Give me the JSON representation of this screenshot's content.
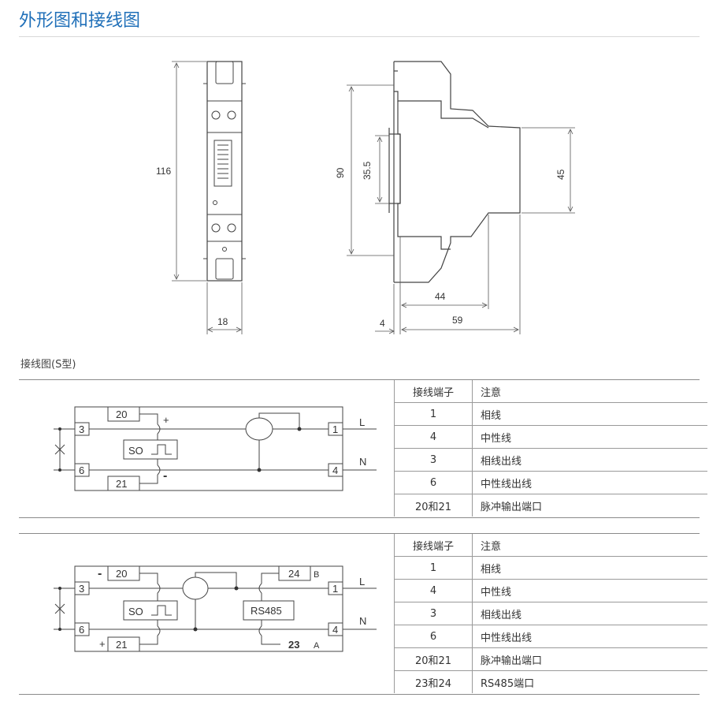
{
  "page": {
    "title": "外形图和接线图",
    "wiring_heading": "接线图(S型)"
  },
  "dimensions": {
    "front_height": "116",
    "front_width": "18",
    "side_height": "90",
    "rail_height": "35.5",
    "body_height": "45",
    "depth_44": "44",
    "depth_59": "59",
    "offset_4": "4"
  },
  "diagram1": {
    "t20": "20",
    "t21": "21",
    "t3": "3",
    "t6": "6",
    "t1": "1",
    "t4": "4",
    "plus": "+",
    "minus": "-",
    "so": "SO",
    "L": "L",
    "N": "N"
  },
  "diagram2": {
    "t20": "20",
    "t21": "21",
    "t3": "3",
    "t6": "6",
    "t1": "1",
    "t4": "4",
    "t24": "24",
    "t23": "23",
    "B": "B",
    "A": "A",
    "plus": "+",
    "minus": "-",
    "so": "SO",
    "rs485": "RS485",
    "L": "L",
    "N": "N"
  },
  "table1": {
    "header": [
      "接线端子",
      "注意"
    ],
    "rows": [
      [
        "1",
        "相线"
      ],
      [
        "4",
        "中性线"
      ],
      [
        "3",
        "相线出线"
      ],
      [
        "6",
        "中性线出线"
      ],
      [
        "20和21",
        "脉冲输出端口"
      ]
    ]
  },
  "table2": {
    "header": [
      "接线端子",
      "注意"
    ],
    "rows": [
      [
        "1",
        "相线"
      ],
      [
        "4",
        "中性线"
      ],
      [
        "3",
        "相线出线"
      ],
      [
        "6",
        "中性线出线"
      ],
      [
        "20和21",
        "脉冲输出端口"
      ],
      [
        "23和24",
        "RS485端口"
      ]
    ]
  }
}
